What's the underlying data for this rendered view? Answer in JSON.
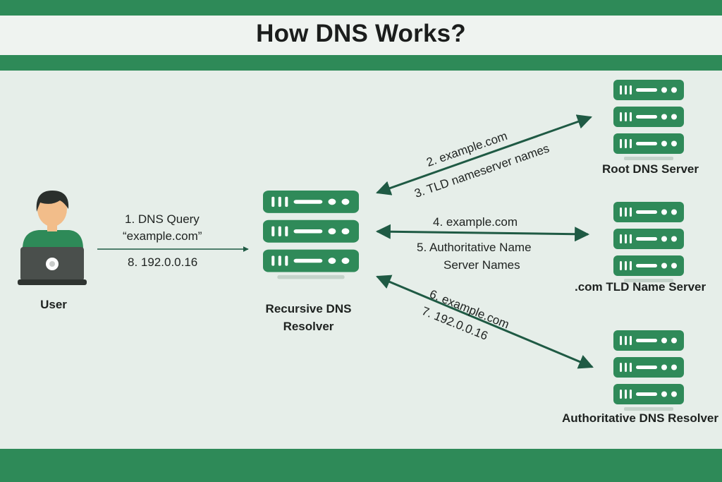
{
  "title": "How DNS Works?",
  "colors": {
    "accent": "#2e8a58",
    "background": "#e6eee9",
    "arrow": "#1f5a44",
    "server": "#2f8a59"
  },
  "nodes": {
    "user": {
      "label": "User",
      "icon": "user-laptop-icon"
    },
    "resolver": {
      "label_line1": "Recursive DNS",
      "label_line2": "Resolver",
      "icon": "server-icon"
    },
    "root": {
      "label": "Root DNS Server",
      "icon": "server-icon"
    },
    "tld": {
      "label": ".com TLD Name Server",
      "icon": "server-icon"
    },
    "authoritative": {
      "label": "Authoritative DNS Resolver",
      "icon": "server-icon"
    }
  },
  "messages": {
    "m1_line1": "1. DNS Query",
    "m1_line2": "“example.com”",
    "m8": "8. 192.0.0.16",
    "m2": "2. example.com",
    "m3": "3. TLD nameserver names",
    "m4": "4. example.com",
    "m5_line1": "5. Authoritative Name",
    "m5_line2": "Server Names",
    "m6": "6. example.com",
    "m7": "7. 192.0.0.16"
  }
}
